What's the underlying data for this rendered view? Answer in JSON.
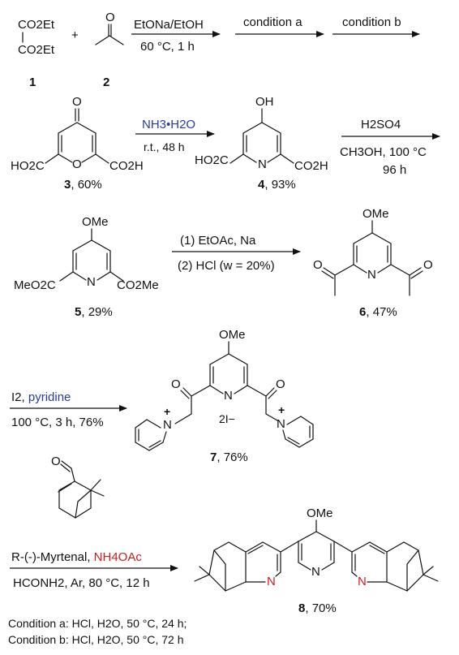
{
  "compounds": {
    "c1": {
      "number": "1",
      "group_top": "CO2Et",
      "group_bottom": "CO2Et"
    },
    "c2": {
      "number": "2"
    },
    "c3": {
      "number": "3",
      "yield": "60%",
      "atom_O_keto": "O",
      "atom_O_ring": "O",
      "left_group": "HO2C",
      "right_group": "CO2H"
    },
    "c4": {
      "number": "4",
      "yield": "93%",
      "atom_OH": "OH",
      "atom_N": "N",
      "left_group": "HO2C",
      "right_group": "CO2H"
    },
    "c5": {
      "number": "5",
      "yield": "29%",
      "atom_OMe": "OMe",
      "atom_N": "N",
      "left_group": "MeO2C",
      "right_group": "CO2Me"
    },
    "c6": {
      "number": "6",
      "yield": "47%",
      "atom_OMe": "OMe",
      "atom_N": "N",
      "atom_O_left": "O",
      "atom_O_right": "O"
    },
    "c7": {
      "number": "7",
      "yield": "76%",
      "atom_OMe": "OMe",
      "atom_N": "N",
      "atom_O_left": "O",
      "atom_O_right": "O",
      "counterion": "2I−",
      "pyridinium_N": "N",
      "charge": "+"
    },
    "c8": {
      "number": "8",
      "yield": "70%",
      "atom_OMe": "OMe",
      "atom_N": "N",
      "atom_N_left": "N",
      "atom_N_right": "N"
    },
    "myrtenal": {
      "atom_O": "O"
    }
  },
  "reactions": {
    "plus": "+",
    "step1": {
      "above": "EtONa/EtOH",
      "below": "60 °C, 1 h"
    },
    "step2": {
      "above": "condition a"
    },
    "step3": {
      "above": "condition b"
    },
    "step4": {
      "above": "NH3•H2O",
      "below": "r.t., 48 h"
    },
    "step5": {
      "above": "H2SO4",
      "below_line1": "CH3OH, 100 °C",
      "below_line2": "96 h"
    },
    "step6": {
      "above": "(1) EtOAc, Na",
      "below": "(2) HCl (w = 20%)"
    },
    "step7": {
      "above_reagent": "I2,",
      "above_pyridine": "pyridine",
      "below": "100 °C, 3 h, 76%"
    },
    "step8": {
      "above_reagent": "R-(-)-Myrtenal,",
      "above_nh4oac": "NH4OAc",
      "below": "HCONH2, Ar, 80 °C, 12 h"
    }
  },
  "conditions": {
    "a": "Condition a: HCl, H2O, 50 °C, 24 h;",
    "b": "Condition b: HCl, H2O, 50 °C, 72 h"
  },
  "colors": {
    "reagent_blue": "#2b3b9a",
    "reagent_red": "#d11a1a"
  }
}
